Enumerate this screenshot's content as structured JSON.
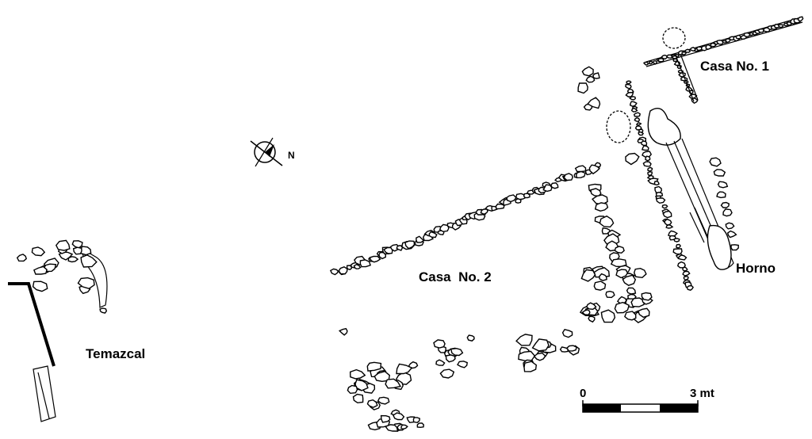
{
  "labels": {
    "casa1": "Casa No. 1",
    "casa2": "Casa  No. 2",
    "horno": "Horno",
    "temazcal": "Temazcal",
    "north": "N"
  },
  "scale_bar": {
    "start_label": "0",
    "end_label": "3 mt",
    "segments": 3
  },
  "colors": {
    "ink": "#000000",
    "paper": "#ffffff"
  }
}
